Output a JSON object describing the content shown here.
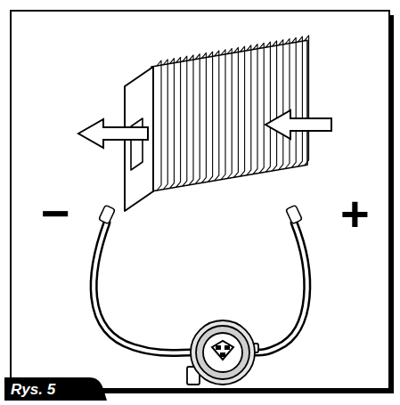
{
  "diagram": {
    "caption": "Rys. 5",
    "labels": [
      "−",
      "+"
    ]
  }
}
